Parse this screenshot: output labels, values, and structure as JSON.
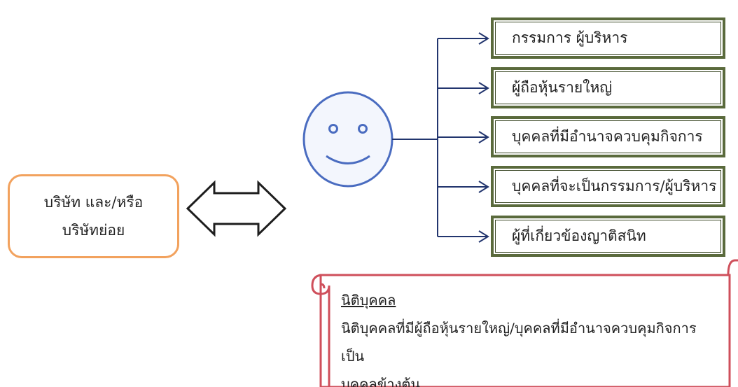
{
  "company": {
    "line1": "บริษัท และ/หรือ",
    "line2": "บริษัทย่อย"
  },
  "face": {
    "icon": "smiley-face-icon"
  },
  "related_persons": [
    "กรรมการ ผู้บริหาร",
    "ผู้ถือหุ้นรายใหญ่",
    "บุคคลที่มีอำนาจควบคุมกิจการ",
    "บุคคลที่จะเป็นกรรมการ/ผู้บริหาร",
    "ผู้ที่เกี่ยวข้องญาติสนิท"
  ],
  "juristic": {
    "title": "นิติบุคคล",
    "line1": "นิติบุคคลที่มีผู้ถือหุ้นรายใหญ่/บุคคลที่มีอำนาจควบคุมกิจการเป็น",
    "line2": "บุคคลข้างต้น"
  },
  "colors": {
    "company_border": "#f2a25e",
    "face_stroke": "#4a6cc0",
    "face_fill": "#f3f6fd",
    "connector": "#22356e",
    "list_border": "#5a6a3c",
    "scroll_border": "#cf4f5b"
  }
}
